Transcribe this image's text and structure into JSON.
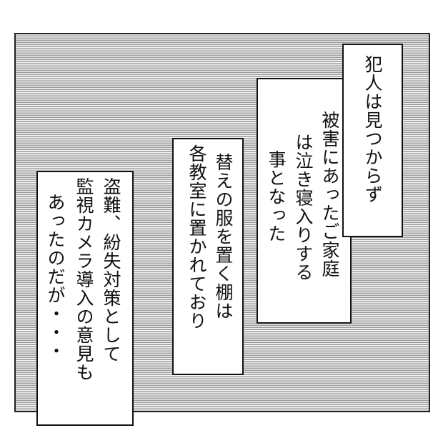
{
  "captions": [
    {
      "lines": [
        "犯人は見つからず"
      ]
    },
    {
      "lines": [
        "被害にあったご家庭",
        "は泣き寝入りする",
        "事となった"
      ]
    },
    {
      "lines": [
        "替えの服を置く棚は",
        "各教室に置かれており"
      ]
    },
    {
      "lines": [
        "盗難、紛失対策として",
        "監視カメラ導入の意見も",
        "あったのだが・・・"
      ]
    }
  ],
  "colors": {
    "border": "#111111",
    "screentone": "#9a9a9a",
    "caption_fill": "#ffffff"
  }
}
